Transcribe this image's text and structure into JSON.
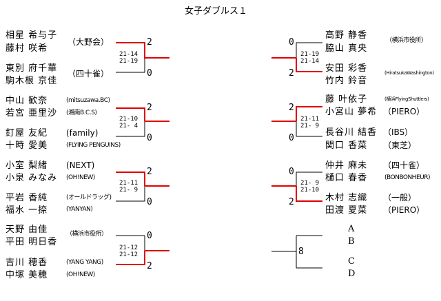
{
  "title": "女子ダブルス１",
  "left": {
    "entries": [
      {
        "p1": "相星 希与子",
        "p2": "藤村 咲希",
        "club1": "（大野会）",
        "club2": ""
      },
      {
        "p1": "東別 府千華",
        "p2": "駒木根 京佳",
        "club1": "（四十雀）",
        "club2": ""
      },
      {
        "p1": "中山 歓奈",
        "p2": "若宮 亜里沙",
        "club1": "(mitsuzawa.BC)",
        "club2": "(湘南B.C.S)"
      },
      {
        "p1": "釘屋 友紀",
        "p2": "十時 愛美",
        "club1": "(family)",
        "club2": "(FLYING PENGUINS)"
      },
      {
        "p1": "小室 梨緒",
        "p2": "小泉 みなみ",
        "club1": "(NEXT)",
        "club2": "(OH!NEW)"
      },
      {
        "p1": "平岩 香純",
        "p2": "福水 一捺",
        "club1": "(オールドラッグ)",
        "club2": "(YANYAN)"
      },
      {
        "p1": "天野 由佳",
        "p2": "平田 明日香",
        "club1": "（横浜市役所）",
        "club2": ""
      },
      {
        "p1": "吉川 穂香",
        "p2": "中塚 美穂",
        "club1": "(YANG YANG)",
        "club2": "(OH!NEW)"
      }
    ],
    "matches": [
      {
        "score": "21-14\n21-19",
        "top": "2",
        "bottom": "0"
      },
      {
        "score": "21-10\n21- 4",
        "top": "2",
        "bottom": "0"
      },
      {
        "score": "21-11\n21- 9",
        "top": "2",
        "bottom": "0"
      },
      {
        "score": "21-12\n21-12",
        "top": "0",
        "bottom": "2"
      }
    ]
  },
  "right": {
    "entries": [
      {
        "p1": "高野 静香",
        "p2": "脇山 真央",
        "club1": "（横浜市役所）",
        "club2": ""
      },
      {
        "p1": "安田 彩香",
        "p2": "竹内 鈴音",
        "club1": "(HiratsukaWashington)",
        "club2": ""
      },
      {
        "p1": "藤 叶依子",
        "p2": "小宮山 夢希",
        "club1": "(横浜FlyingShuttlers)",
        "club2": "（PIERO）"
      },
      {
        "p1": "長谷川 結香",
        "p2": "関口 香菜",
        "club1": "（IBS）",
        "club2": "（東芝）"
      },
      {
        "p1": "仲井 麻未",
        "p2": "樋口 春香",
        "club1": "（四十雀）",
        "club2": "(BONBONHEUR)"
      },
      {
        "p1": "木村 志織",
        "p2": "田渡 夏菜",
        "club1": "（一般）",
        "club2": "（PIERO）"
      }
    ],
    "matches": [
      {
        "score": "21-19\n21-14",
        "top": "0",
        "bottom": "2"
      },
      {
        "score": "21-11\n21- 9",
        "top": "2",
        "bottom": "0"
      },
      {
        "score": "21- 9\n21-10",
        "top": "0",
        "bottom": "2"
      }
    ],
    "group": {
      "number": "8",
      "letters": [
        "A",
        "B",
        "C",
        "D"
      ]
    }
  }
}
